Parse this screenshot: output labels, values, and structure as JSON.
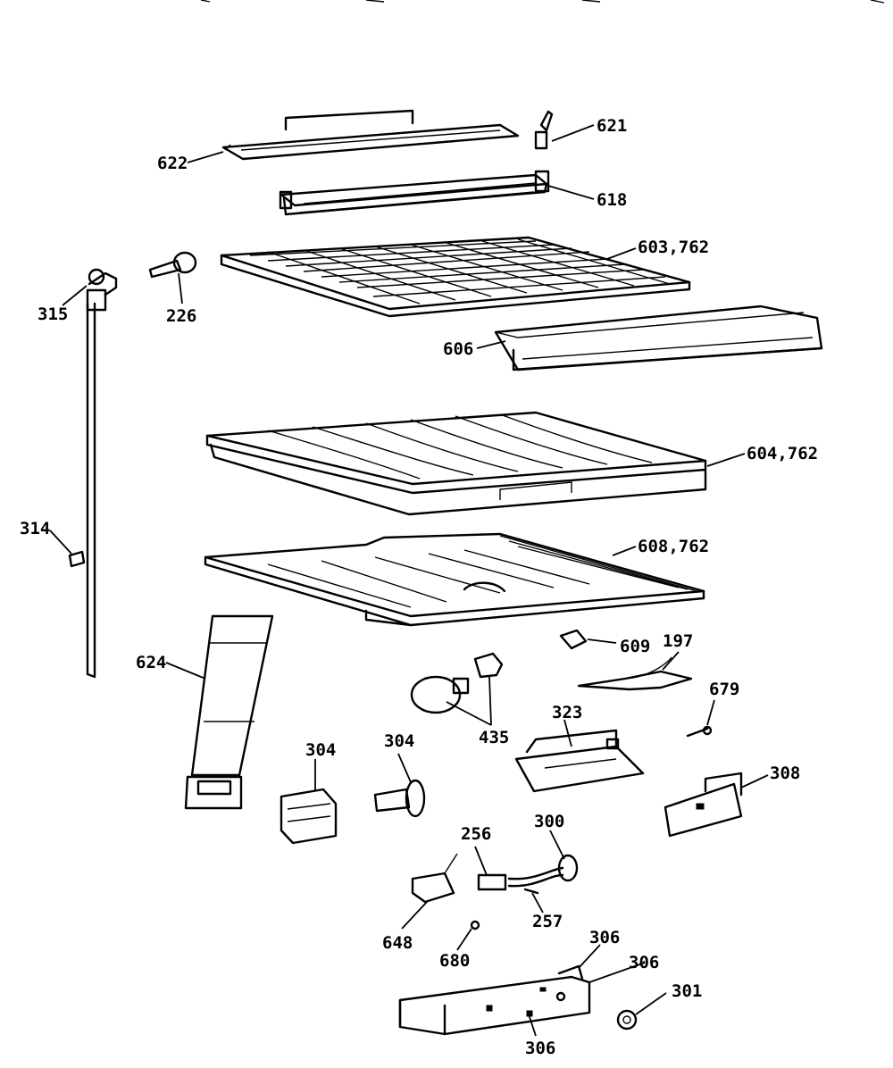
{
  "callouts": {
    "c621": "621",
    "c622": "622",
    "c618": "618",
    "c603": "603,762",
    "c315": "315",
    "c226": "226",
    "c606": "606",
    "c604": "604,762",
    "c314": "314",
    "c608": "608,762",
    "c624": "624",
    "c609": "609",
    "c197": "197",
    "c679": "679",
    "c435": "435",
    "c323": "323",
    "c304a": "304",
    "c304b": "304",
    "c308": "308",
    "c256": "256",
    "c300": "300",
    "c257": "257",
    "c648": "648",
    "c680": "680",
    "c306a": "306",
    "c306b": "306",
    "c306c": "306",
    "c301": "301"
  }
}
